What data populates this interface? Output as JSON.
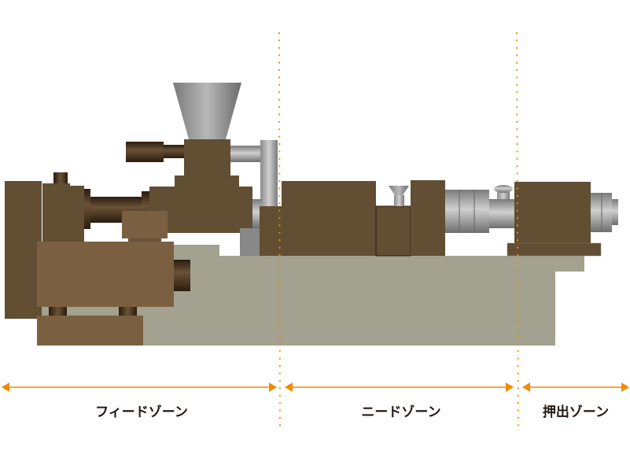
{
  "zones": [
    {
      "label": "フィードゾーン"
    },
    {
      "label": "ニードゾーン"
    },
    {
      "label": "押出ゾーン"
    }
  ],
  "colors": {
    "accent": "#f08c00",
    "dark_brown": "#614e33",
    "light_brown": "#7a6041",
    "bed": "#a3a18f",
    "text": "#231815"
  }
}
